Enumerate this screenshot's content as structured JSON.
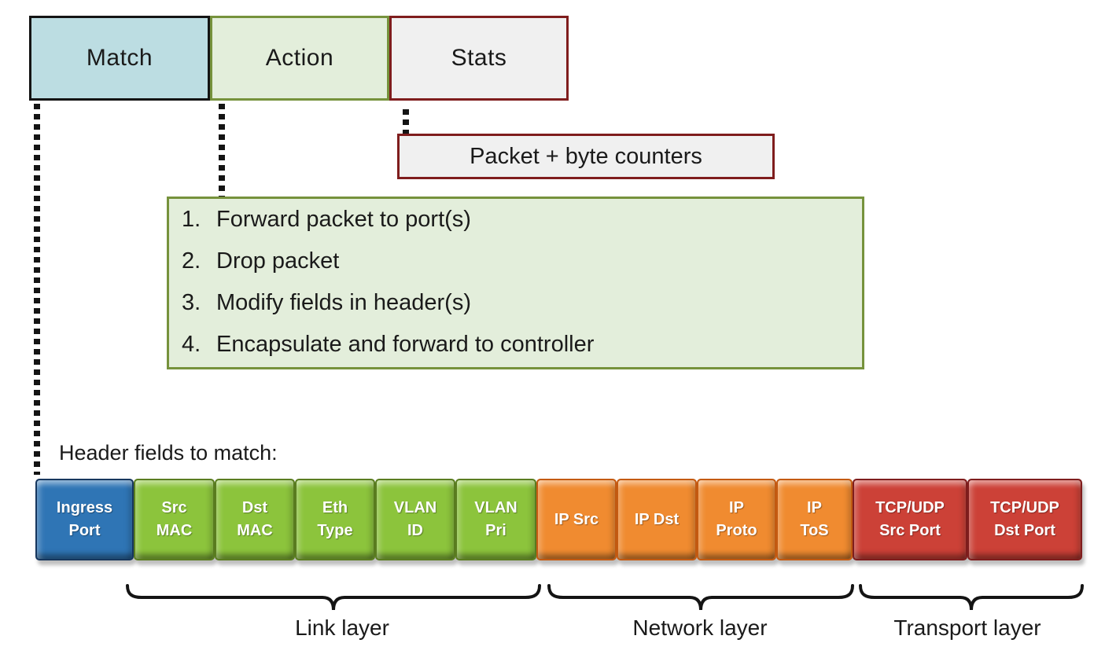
{
  "flow_entry": {
    "match_label": "Match",
    "action_label": "Action",
    "stats_label": "Stats"
  },
  "stats_detail": {
    "label": "Packet + byte counters"
  },
  "actions_list": {
    "items": [
      {
        "num": "1.",
        "text": "Forward packet to port(s)"
      },
      {
        "num": "2.",
        "text": "Drop packet"
      },
      {
        "num": "3.",
        "text": "Modify fields in header(s)"
      },
      {
        "num": "4.",
        "text": "Encapsulate and forward to controller"
      }
    ]
  },
  "header_fields": {
    "title": "Header fields to match:",
    "fields": [
      {
        "label": "Ingress Port",
        "lines": [
          "Ingress",
          "Port"
        ],
        "group": "ingress"
      },
      {
        "label": "Src MAC",
        "lines": [
          "Src",
          "MAC"
        ],
        "group": "link"
      },
      {
        "label": "Dst MAC",
        "lines": [
          "Dst",
          "MAC"
        ],
        "group": "link"
      },
      {
        "label": "Eth Type",
        "lines": [
          "Eth",
          "Type"
        ],
        "group": "link"
      },
      {
        "label": "VLAN ID",
        "lines": [
          "VLAN",
          "ID"
        ],
        "group": "link"
      },
      {
        "label": "VLAN Pri",
        "lines": [
          "VLAN",
          "Pri"
        ],
        "group": "link"
      },
      {
        "label": "IP Src",
        "lines": [
          "IP Src"
        ],
        "group": "network"
      },
      {
        "label": "IP Dst",
        "lines": [
          "IP Dst"
        ],
        "group": "network"
      },
      {
        "label": "IP Proto",
        "lines": [
          "IP",
          "Proto"
        ],
        "group": "network"
      },
      {
        "label": "IP ToS",
        "lines": [
          "IP",
          "ToS"
        ],
        "group": "network"
      },
      {
        "label": "TCP/UDP Src Port",
        "lines": [
          "TCP/UDP",
          "Src Port"
        ],
        "group": "transport"
      },
      {
        "label": "TCP/UDP Dst Port",
        "lines": [
          "TCP/UDP",
          "Dst Port"
        ],
        "group": "transport"
      }
    ]
  },
  "layer_groups": [
    {
      "label": "Link layer"
    },
    {
      "label": "Network layer"
    },
    {
      "label": "Transport layer"
    }
  ],
  "colors": {
    "match_fill": "#bcdde2",
    "match_border": "#141414",
    "action_fill": "#e3eedb",
    "action_border": "#76923c",
    "stats_fill": "#f0f0f0",
    "stats_border": "#7f1d1d",
    "ingress_port": "#2f75b5",
    "link_layer": "#8cc43c",
    "network_layer": "#f08b30",
    "transport_layer": "#cc4137"
  }
}
